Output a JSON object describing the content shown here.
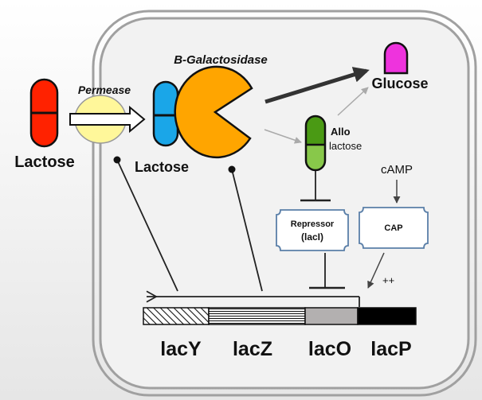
{
  "labels": {
    "lactose_outside": "Lactose",
    "permease": "Permease",
    "lactose_inside": "Lactose",
    "b_galactosidase": "B-Galactosidase",
    "glucose": "Glucose",
    "allo": "Allo",
    "lactose_allo": "lactose",
    "camp": "cAMP",
    "repressor_line1": "Repressor",
    "repressor_line2": "(lacI)",
    "cap": "CAP",
    "plusplus": "++",
    "gene_lacY": "lacY",
    "gene_lacZ": "lacZ",
    "gene_lacO": "lacO",
    "gene_lacP": "lacP"
  },
  "colors": {
    "lactose_outside": "#ff2200",
    "lactose_inside": "#1aa6e8",
    "glucose": "#ee33dd",
    "allolactose_top": "#4a9a14",
    "allolactose_bottom": "#88c84a",
    "permease_fill": "#fff79a",
    "galactosidase_fill": "#ffa500",
    "lacO_fill": "#b3b0b0",
    "lacP_fill": "#000000"
  },
  "icons": {
    "permease": "ellipse-with-arrow-icon",
    "galactosidase": "pacman-enzyme-icon",
    "lactose": "capsule-icon",
    "glucose": "capsule-icon"
  }
}
